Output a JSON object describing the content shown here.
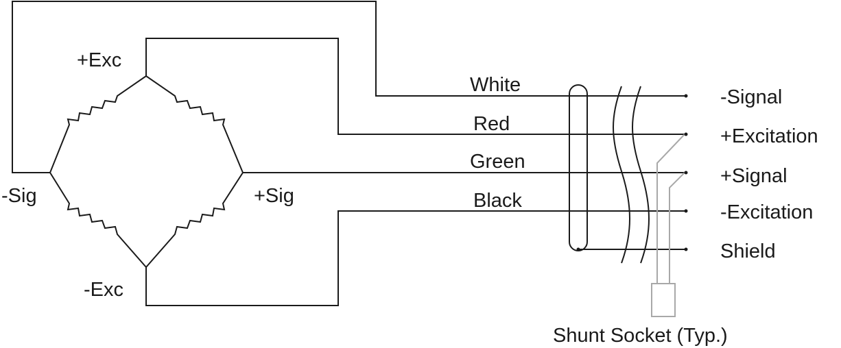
{
  "bridge": {
    "pos_exc": "+Exc",
    "neg_exc": "-Exc",
    "neg_sig": "-Sig",
    "pos_sig": "+Sig"
  },
  "wires": {
    "white": "White",
    "red": "Red",
    "green": "Green",
    "black": "Black"
  },
  "terminals": {
    "neg_signal": "-Signal",
    "pos_excitation": "+Excitation",
    "pos_signal": "+Signal",
    "neg_excitation": "-Excitation",
    "shield": "Shield"
  },
  "shunt_socket": "Shunt Socket (Typ.)"
}
